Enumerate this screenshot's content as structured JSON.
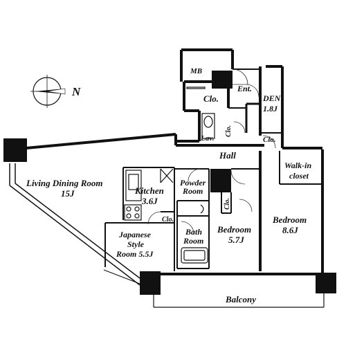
{
  "plan": {
    "compass_letter": "N",
    "rooms": {
      "mb": "MB",
      "ent": "Ent.",
      "den_name": "DEN",
      "den_size": "1.8J",
      "clo_top": "Clo.",
      "lav": "Lav.",
      "clo_lav": "Clo.",
      "clo_den": "Clo.",
      "hall": "Hall",
      "walkin_1": "Walk-in",
      "walkin_2": "closet",
      "living_name": "Living Dining Room",
      "living_size": "15J",
      "kitchen_name": "Kitchen",
      "kitchen_size": "3.6J",
      "powder_1": "Powder",
      "powder_2": "Room",
      "clo_bed1": "Clo.",
      "clo_kitchen": "Clo.",
      "japanese_1": "Japanese",
      "japanese_2": "Style",
      "japanese_3": "Room 5.5J",
      "bath_1": "Bath",
      "bath_2": "Room",
      "bedroom1_name": "Bedroom",
      "bedroom1_size": "5.7J",
      "bedroom2_name": "Bedroom",
      "bedroom2_size": "8.6J",
      "balcony": "Balcony"
    }
  }
}
